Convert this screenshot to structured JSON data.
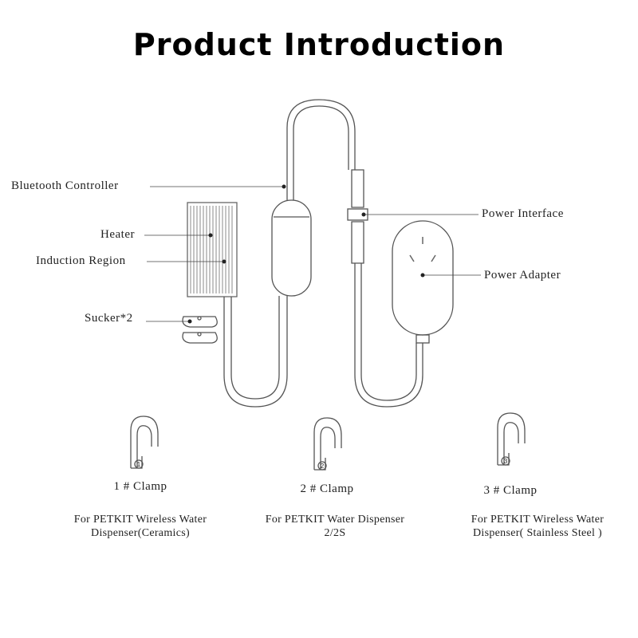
{
  "title": "Product Introduction",
  "labels": {
    "bluetooth_controller": "Bluetooth Controller",
    "heater": "Heater",
    "induction_region": "Induction Region",
    "sucker": "Sucker*2",
    "power_interface": "Power Interface",
    "power_adapter": "Power Adapter"
  },
  "clamps": [
    {
      "name": "1 # Clamp",
      "number": "1",
      "desc1": "For PETKIT Wireless Water",
      "desc2": "Dispenser(Ceramics)"
    },
    {
      "name": "2 # Clamp",
      "number": "2",
      "desc1": "For PETKIT Water Dispenser",
      "desc2": "2/2S"
    },
    {
      "name": "3 # Clamp",
      "number": "3",
      "desc1": "For PETKIT Wireless Water",
      "desc2": "Dispenser( Stainless Steel )"
    }
  ]
}
